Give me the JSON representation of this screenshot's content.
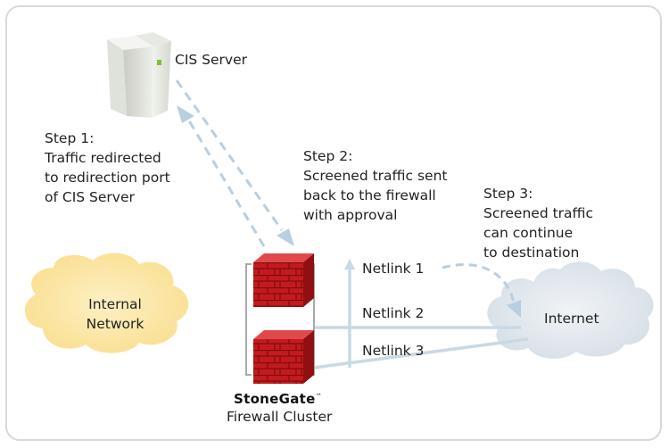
{
  "server": {
    "label": "CIS Server"
  },
  "steps": [
    {
      "title": "Step 1:",
      "lines": [
        "Traffic redirected",
        "to redirection port",
        "of CIS Server"
      ]
    },
    {
      "title": "Step 2:",
      "lines": [
        "Screened traffic sent",
        "back to the firewall",
        "with approval"
      ]
    },
    {
      "title": "Step 3:",
      "lines": [
        "Screened traffic",
        "can continue",
        "to destination"
      ]
    }
  ],
  "clouds": {
    "internal": [
      "Internal",
      "Network"
    ],
    "internet": "Internet"
  },
  "netlinks": [
    "Netlink 1",
    "Netlink 2",
    "Netlink 3"
  ],
  "firewall": {
    "brand": "StoneGate",
    "brand_mark": "™",
    "caption": "Firewall Cluster"
  },
  "colors": {
    "internal_cloud": "#fbe6a6",
    "internet_cloud": "#e3e9ee",
    "firewall_brick": "#c4161c",
    "dashed_arrow": "#b9cfe0",
    "link_line": "#c9d9e4",
    "bracket": "#a9a9a9"
  }
}
